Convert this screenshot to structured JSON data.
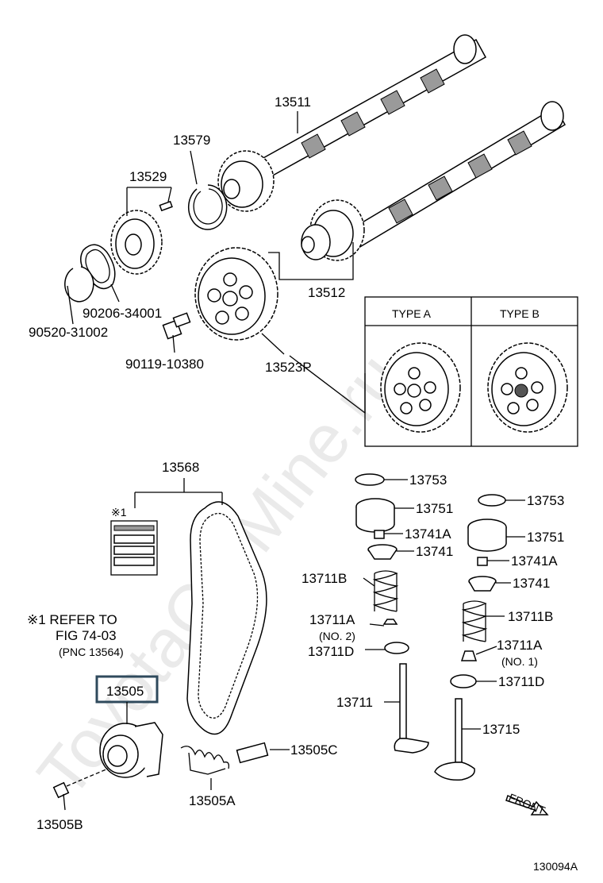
{
  "watermark": "ToyotaCarMine.ru",
  "labels": {
    "p13511": "13511",
    "p13579": "13579",
    "p13529": "13529",
    "p13512": "13512",
    "p90206": "90206-34001",
    "p90520": "90520-31002",
    "p90119": "90119-10380",
    "p13523P": "13523P",
    "type_a": "TYPE A",
    "type_b": "TYPE B",
    "p13568": "13568",
    "ref_mark": "※1",
    "note_line1": "※1 REFER TO",
    "note_line2": "FIG 74-03",
    "note_line3": "(PNC 13564)",
    "p13505": "13505",
    "p13505B": "13505B",
    "p13505A": "13505A",
    "p13505C": "13505C",
    "p13753a": "13753",
    "p13751a": "13751",
    "p13741Aa": "13741A",
    "p13741a": "13741",
    "p13711Ba": "13711B",
    "p13711Aa": "13711A",
    "no2": "(NO. 2)",
    "p13711Da": "13711D",
    "p13711": "13711",
    "p13753b": "13753",
    "p13751b": "13751",
    "p13741Ab": "13741A",
    "p13741b": "13741",
    "p13711Bb": "13711B",
    "p13711Ab": "13711A",
    "no1": "(NO. 1)",
    "p13711Db": "13711D",
    "p13715": "13715",
    "front": "FRONT",
    "diagram_id": "130094A"
  },
  "highlight_color": "#2f4a5c"
}
